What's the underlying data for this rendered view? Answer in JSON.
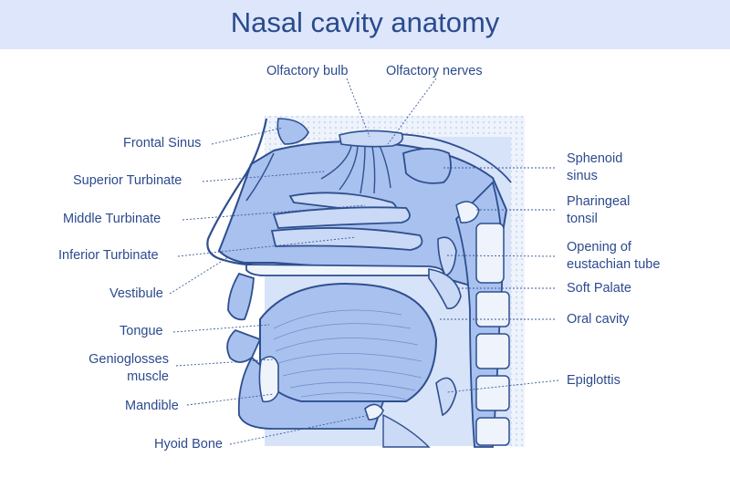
{
  "title": "Nasal cavity anatomy",
  "labels": {
    "olfactory_bulb": "Olfactory bulb",
    "olfactory_nerves": "Olfactory nerves",
    "frontal_sinus": "Frontal Sinus",
    "superior_turbinate": "Superior Turbinate",
    "middle_turbinate": "Middle Turbinate",
    "inferior_turbinate": "Inferior Turbinate",
    "vestibule": "Vestibule",
    "tongue": "Tongue",
    "genioglosses_1": "Genioglosses",
    "genioglosses_2": "muscle",
    "mandible": "Mandible",
    "hyoid_bone": "Hyoid Bone",
    "sphenoid_1": "Sphenoid",
    "sphenoid_2": "sinus",
    "pharingeal_1": "Pharingeal",
    "pharingeal_2": "tonsil",
    "eustachian_1": "Opening of",
    "eustachian_2": "eustachian tube",
    "soft_palate": "Soft Palate",
    "oral_cavity": "Oral cavity",
    "epiglottis": "Epiglottis"
  },
  "colors": {
    "banner": "#dde6fa",
    "title": "#2b4a8e",
    "outline": "#2e4f8f",
    "tissue": "#a8c1ee",
    "cavity": "#c9d9f6",
    "bone": "#eef3fc",
    "leader": "#3a5a9a"
  }
}
